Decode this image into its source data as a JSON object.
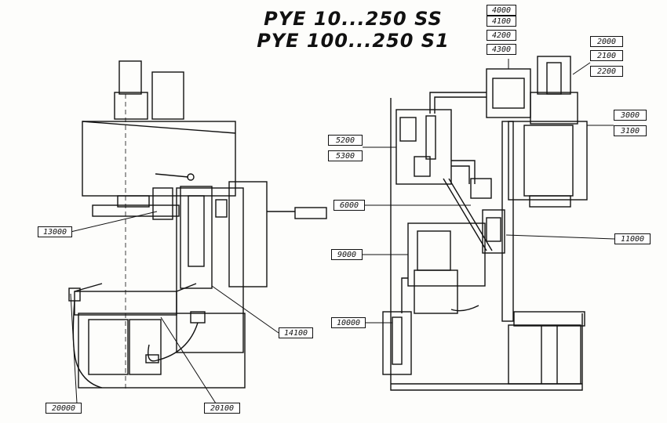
{
  "titles": [
    "PYE 10...250 SS",
    "PYE 100...250 S1"
  ],
  "labels": {
    "l4000": "4000",
    "l4100": "4100",
    "l4200": "4200",
    "l4300": "4300",
    "l2000": "2000",
    "l2100": "2100",
    "l2200": "2200",
    "l3000": "3000",
    "l3100": "3100",
    "l5200": "5200",
    "l5300": "5300",
    "l6000": "6000",
    "l9000": "9000",
    "l10000": "10000",
    "l11000": "11000",
    "l13000": "13000",
    "l14100": "14100",
    "l20000": "20000",
    "l20100": "20100"
  }
}
